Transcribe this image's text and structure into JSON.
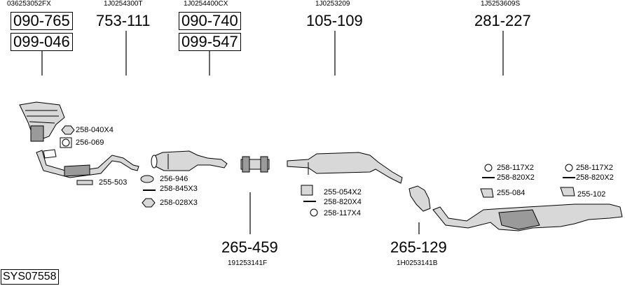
{
  "diagram_id": "SYS07558",
  "top_groups": [
    {
      "oem": "036253052FX",
      "parts": [
        "090-765",
        "099-046"
      ]
    },
    {
      "oem": "1J0254300T",
      "parts": [
        "753-111"
      ]
    },
    {
      "oem": "1J0254400CX",
      "parts": [
        "090-740",
        "099-547"
      ]
    },
    {
      "oem": "1J0253209",
      "parts": [
        "105-109"
      ]
    },
    {
      "oem": "1J5253609S",
      "parts": [
        "281-227"
      ]
    }
  ],
  "bottom_groups": [
    {
      "part": "265-459",
      "oem": "191253141F"
    },
    {
      "part": "265-129",
      "oem": "1H0253141B"
    }
  ],
  "accessories": {
    "a1": "258-040X4",
    "a2": "256-069",
    "a3": "255-503",
    "a4": "256-946",
    "a5": "258-845X3",
    "a6": "258-028X3",
    "a7": "255-054X2",
    "a8": "258-820X4",
    "a9": "258-117X4",
    "a10": "258-117X2",
    "a11": "258-820X2",
    "a12": "255-084",
    "a13": "258-117X2",
    "a14": "258-820X2",
    "a15": "255-102"
  },
  "colors": {
    "line": "#000000",
    "part_fill": "#d8d8d8",
    "part_shade": "#9a9a9a"
  }
}
